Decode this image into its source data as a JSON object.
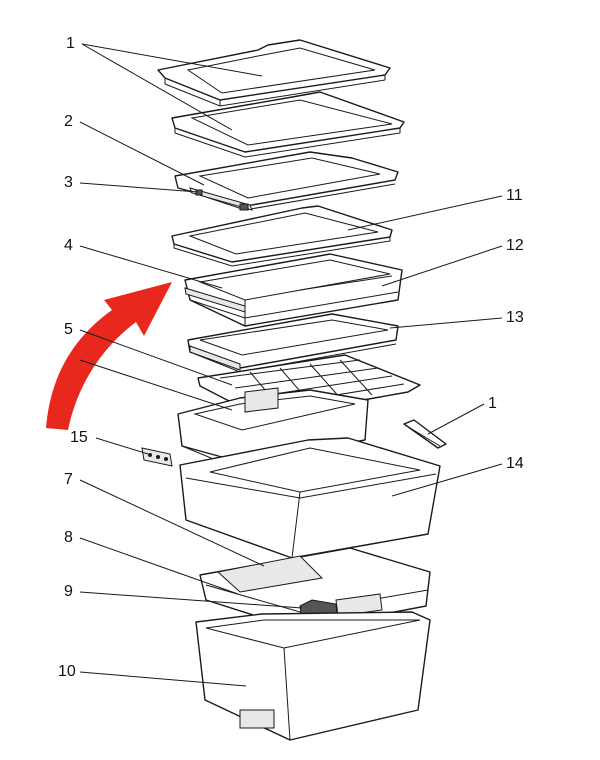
{
  "diagram": {
    "arrow_color": "#e8281c",
    "callouts": [
      "1",
      "2",
      "3",
      "11",
      "4",
      "12",
      "13",
      "5",
      "1",
      "15",
      "14",
      "7",
      "8",
      "9",
      "10"
    ]
  }
}
